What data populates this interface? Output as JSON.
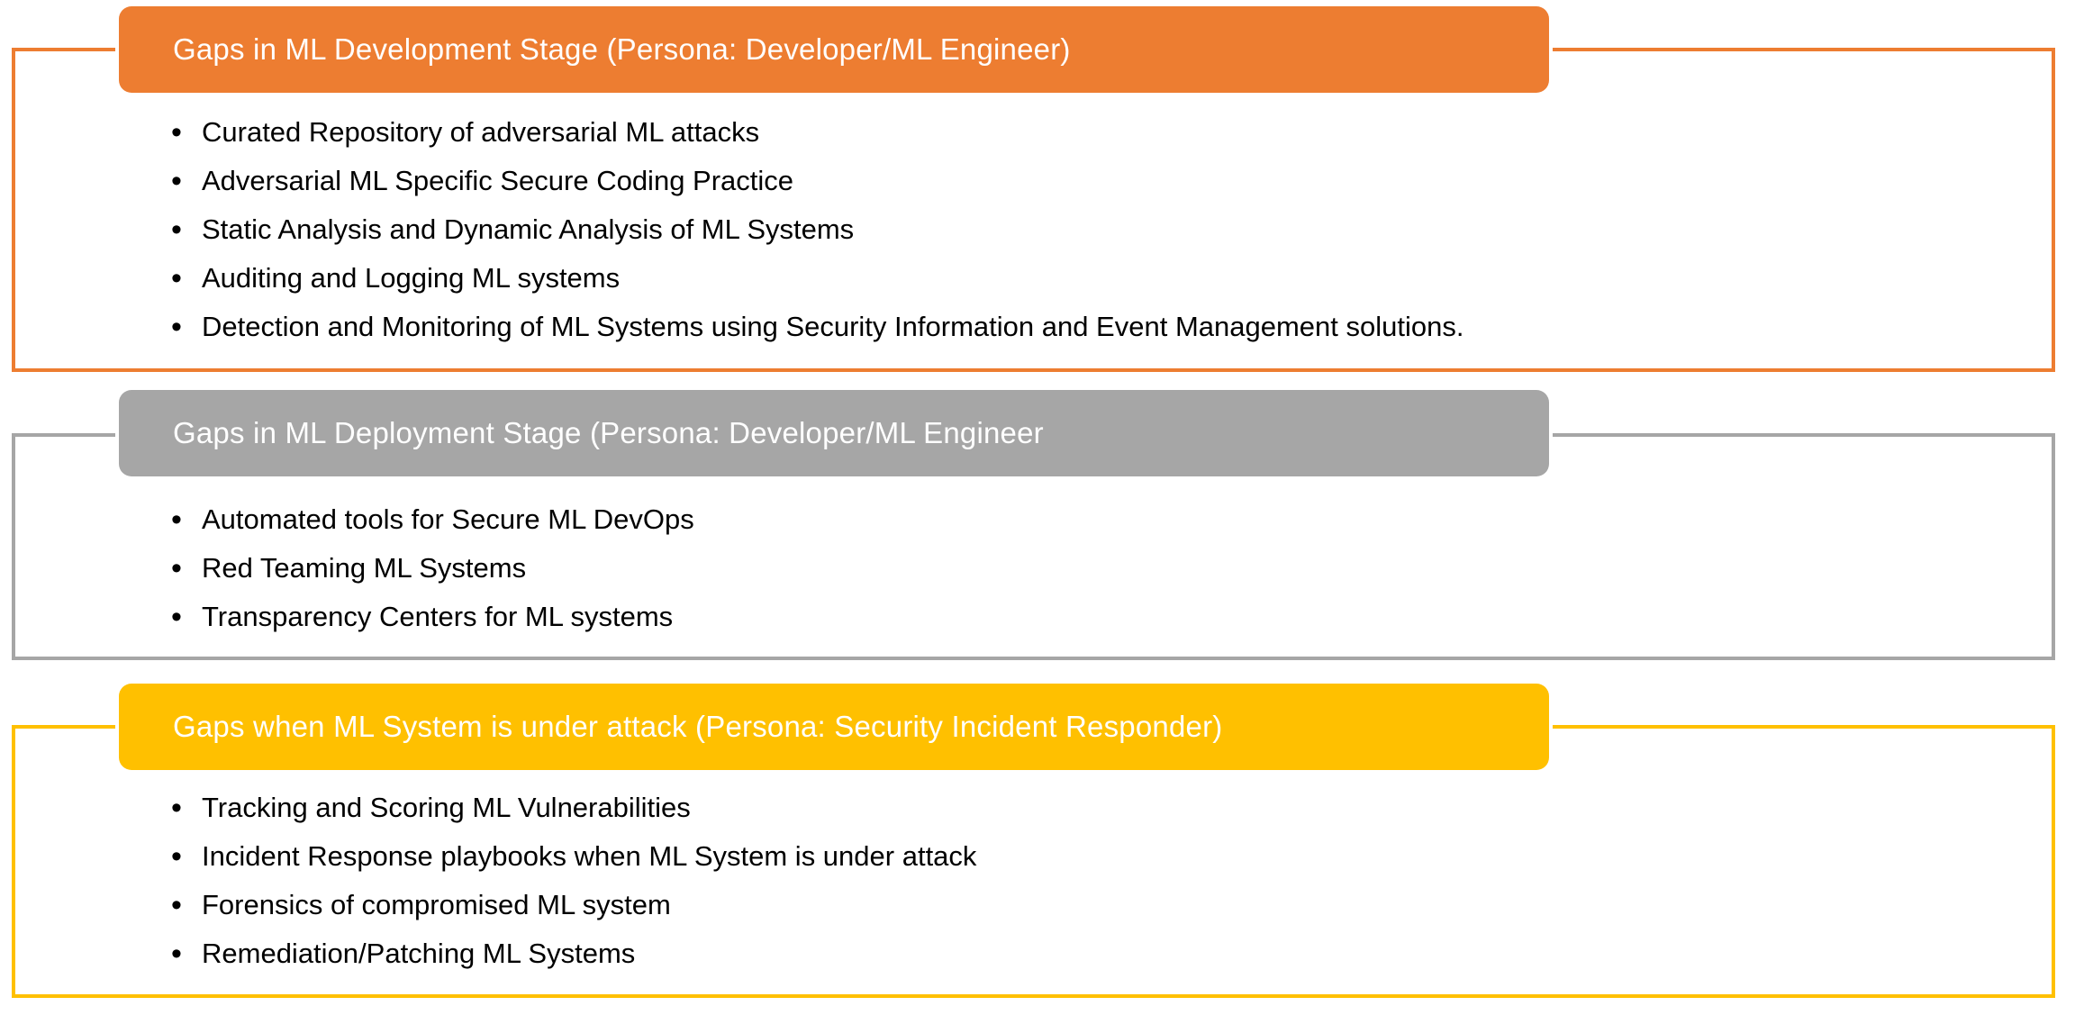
{
  "slide": {
    "type": "smartart-list-diagram",
    "background_color": "#FFFFFF",
    "text_color": "#000000",
    "header_text_color": "#FFFFFF"
  },
  "sections": [
    {
      "id": "ml-development-stage",
      "header": "Gaps in ML Development Stage (Persona: Developer/ML Engineer)",
      "accent_color": "#ED7D31",
      "bullets": [
        "Curated Repository of adversarial ML attacks",
        "Adversarial ML Specific Secure Coding Practice",
        "Static Analysis and Dynamic Analysis of ML Systems",
        "Auditing and Logging ML systems",
        "Detection and Monitoring of ML Systems using Security Information and Event Management solutions."
      ]
    },
    {
      "id": "ml-deployment-stage",
      "header": "Gaps in ML Deployment Stage (Persona: Developer/ML Engineer",
      "accent_color": "#A6A6A6",
      "bullets": [
        "Automated tools for Secure ML DevOps",
        "Red Teaming ML Systems",
        "Transparency Centers for ML systems"
      ]
    },
    {
      "id": "ml-under-attack",
      "header": "Gaps when ML System is under attack (Persona: Security Incident Responder)",
      "accent_color": "#FFC000",
      "bullets": [
        "Tracking and Scoring ML Vulnerabilities",
        "Incident Response playbooks when ML System is under attack",
        "Forensics of compromised ML system",
        "Remediation/Patching ML Systems"
      ]
    }
  ]
}
